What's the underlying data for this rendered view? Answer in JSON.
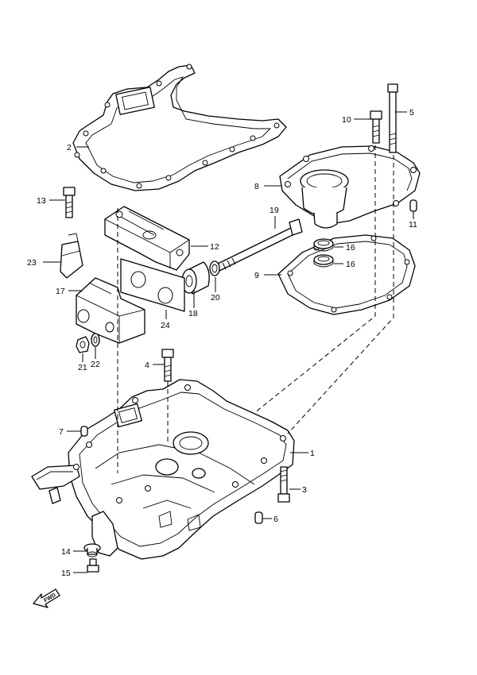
{
  "callouts": [
    "1",
    "2",
    "3",
    "4",
    "5",
    "6",
    "7",
    "8",
    "9",
    "10",
    "11",
    "12",
    "13",
    "14",
    "15",
    "16",
    "16",
    "17",
    "18",
    "19",
    "20",
    "21",
    "22",
    "23",
    "24"
  ],
  "fwd_text": "FWD",
  "line_color": "#000000",
  "background": "#ffffff"
}
